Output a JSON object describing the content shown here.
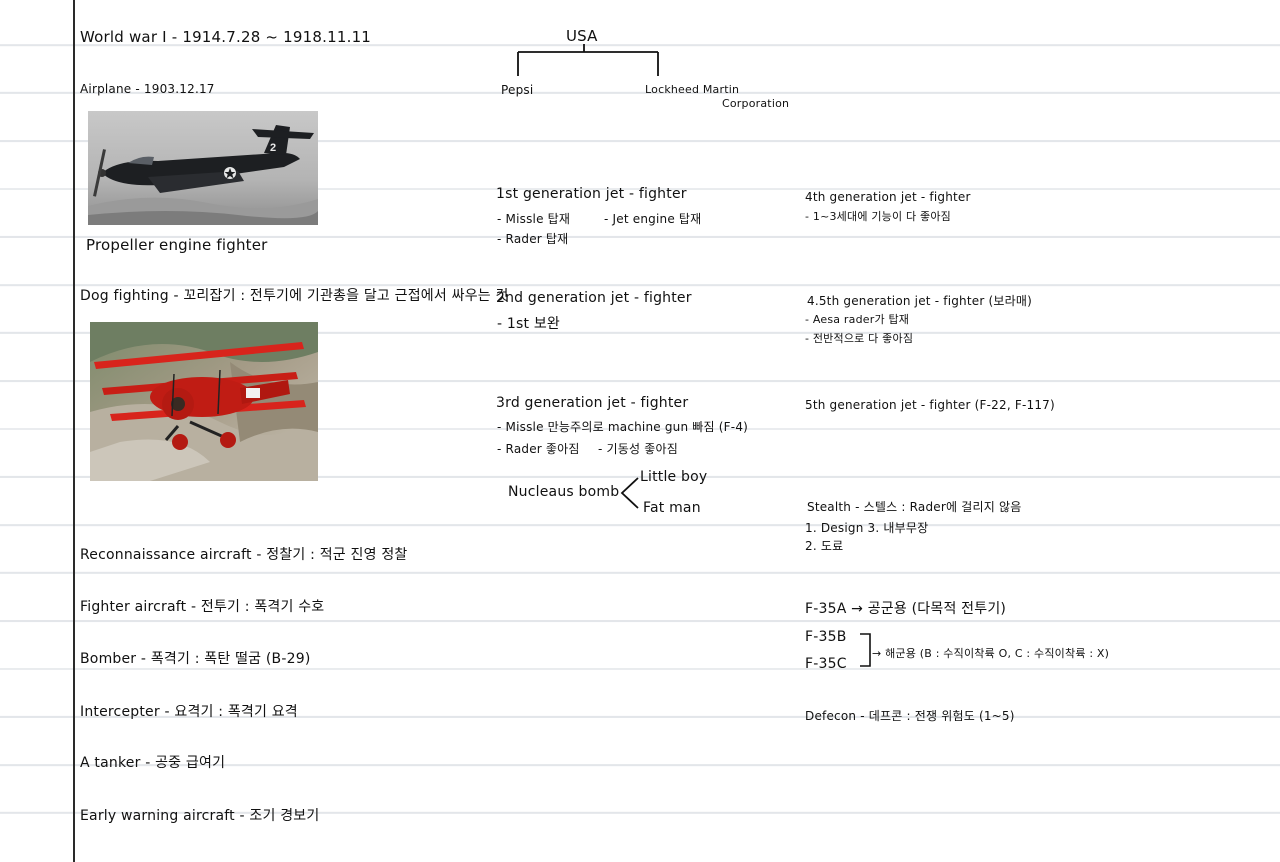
{
  "left": {
    "wwi": "World war I - 1914.7.28 ~ 1918.11.11",
    "airplane": "Airplane - 1903.12.17",
    "propeller_caption": "Propeller engine fighter",
    "dogfighting": "Dog fighting - 꼬리잡기 : 전투기에 기관총을 달고 근접에서 싸우는 것",
    "recon": "Reconnaissance aircraft - 정찰기 : 적군 진영 정찰",
    "fighter": "Fighter aircraft - 전투기 : 폭격기 수호",
    "bomber": "Bomber - 폭격기 : 폭탄 떨굼 (B-29)",
    "interceptor": "Intercepter - 요격기 : 폭격기 요격",
    "tanker": "A tanker - 공중 급여기",
    "early_warning": "Early warning aircraft - 조기 경보기"
  },
  "usa": {
    "root": "USA",
    "left_child": "Pepsi",
    "right_child_line1": "Lockheed Martin",
    "right_child_line2": "Corporation"
  },
  "middle": {
    "gen1_title": "1st generation jet - fighter",
    "gen1_a": "- Missle 탑재",
    "gen1_b": "- Jet engine 탑재",
    "gen1_c": "- Rader 탑재",
    "gen2_title": "2nd generation jet - fighter",
    "gen2_a": "- 1st 보완",
    "gen3_title": "3rd generation jet - fighter",
    "gen3_a": "- Missle 만능주의로 machine gun 빠짐 (F-4)",
    "gen3_b": "- Rader 좋아짐",
    "gen3_c": "- 기동성 좋아짐",
    "nuke": "Nucleaus bomb",
    "nuke_a": "Little boy",
    "nuke_b": "Fat man"
  },
  "right": {
    "gen4_title": "4th generation jet - fighter",
    "gen4_a": "- 1~3세대에 기능이 다 좋아짐",
    "gen45_title": "4.5th generation jet - fighter (보라매)",
    "gen45_a": "- Aesa rader가 탑재",
    "gen45_b": "- 전반적으로 다 좋아짐",
    "gen5_title": "5th generation jet - fighter (F-22, F-117)",
    "stealth": "Stealth - 스텔스 : Rader에 걸리지 않음",
    "stealth_a": "1. Design  3. 내부무장",
    "stealth_b": "2. 도료",
    "f35a": "F-35A → 공군용 (다목적 전투기)",
    "f35b": "F-35B",
    "f35c": "F-35C",
    "f35bc_note": "→ 해군용 (B : 수직이착륙 O, C : 수직이착륙 : X)",
    "defcon": "Defecon - 데프콘 : 전쟁 위험도 (1~5)"
  }
}
